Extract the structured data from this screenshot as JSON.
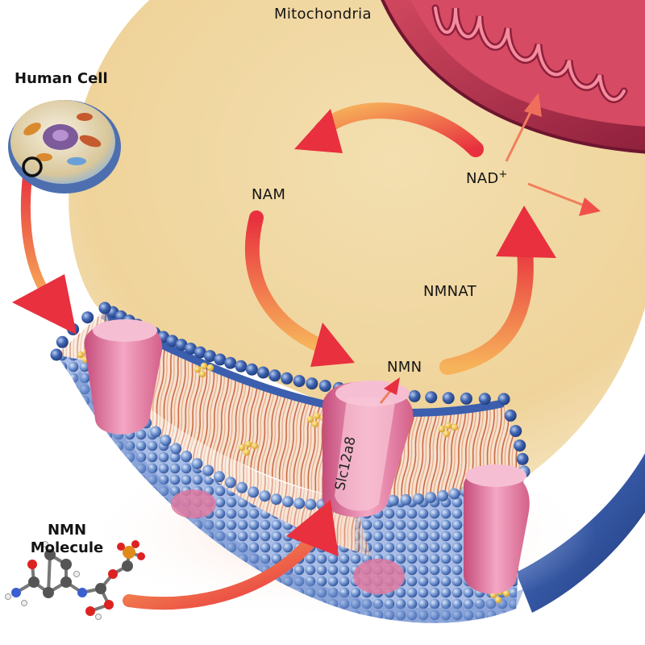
{
  "labels": {
    "mitochondria": "Mitochondria",
    "human_cell": "Human Cell",
    "nam": "NAM",
    "nad": "NAD",
    "nad_charge": "+",
    "nmnat": "NMNAT",
    "nmn": "NMN",
    "transporter": "Slc12a8",
    "nmn_molecule_line1": "NMN",
    "nmn_molecule_line2": "Molecule"
  },
  "colors": {
    "cytoplasm": "#f1d9a4",
    "background": "#ffffff",
    "mitochondria": "#b83150",
    "membrane_bead": "#5a7fc2",
    "protein": "#e07aa0",
    "arrow_warm": "#e8303e",
    "arrow_light": "#f7b35a",
    "extracellular_blue": "#2c4f98"
  }
}
